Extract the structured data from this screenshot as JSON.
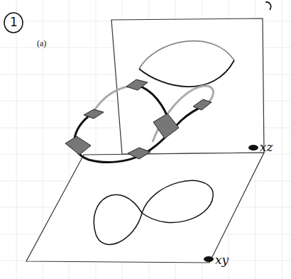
{
  "diagram": {
    "labels": [
      "1",
      "(a)",
      "xz",
      "xy"
    ]
  }
}
